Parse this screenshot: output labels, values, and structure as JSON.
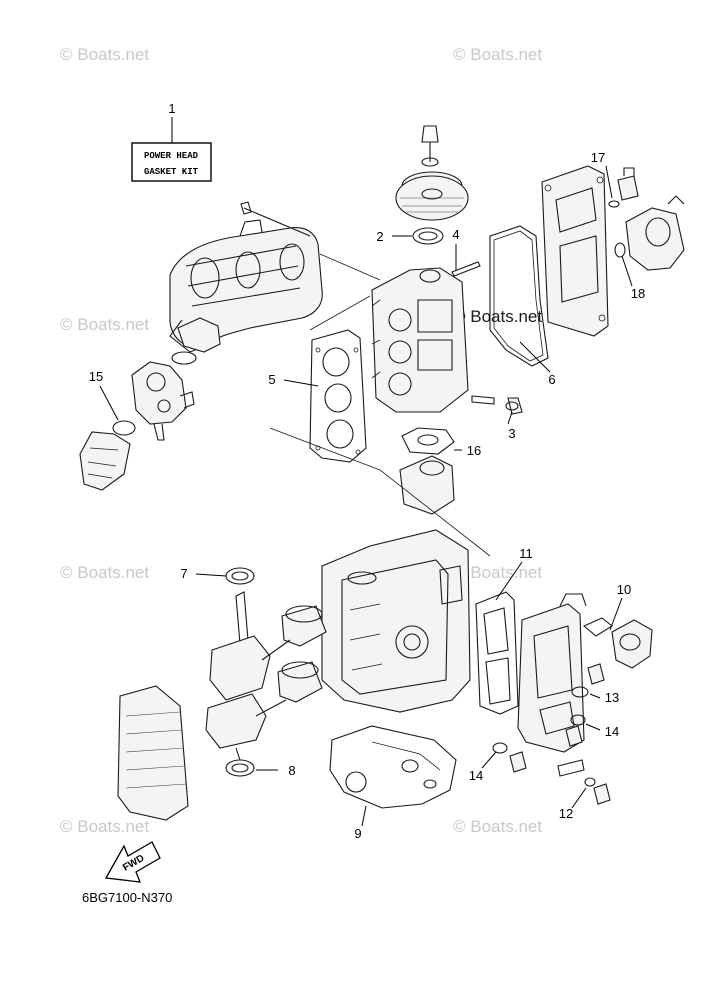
{
  "watermark_text": "© Boats.net",
  "label_box": {
    "line1": "POWER HEAD",
    "line2": "GASKET KIT"
  },
  "diagram_code": "6BG7100-N370",
  "fwd_label": "FWD",
  "callouts": {
    "c1": "1",
    "c2": "2",
    "c3": "3",
    "c4": "4",
    "c5": "5",
    "c6": "6",
    "c7": "7",
    "c8": "8",
    "c9": "9",
    "c10": "10",
    "c11": "11",
    "c12": "12",
    "c13": "13",
    "c14a": "14",
    "c14b": "14",
    "c15": "15",
    "c16": "16",
    "c17": "17",
    "c18": "18"
  }
}
